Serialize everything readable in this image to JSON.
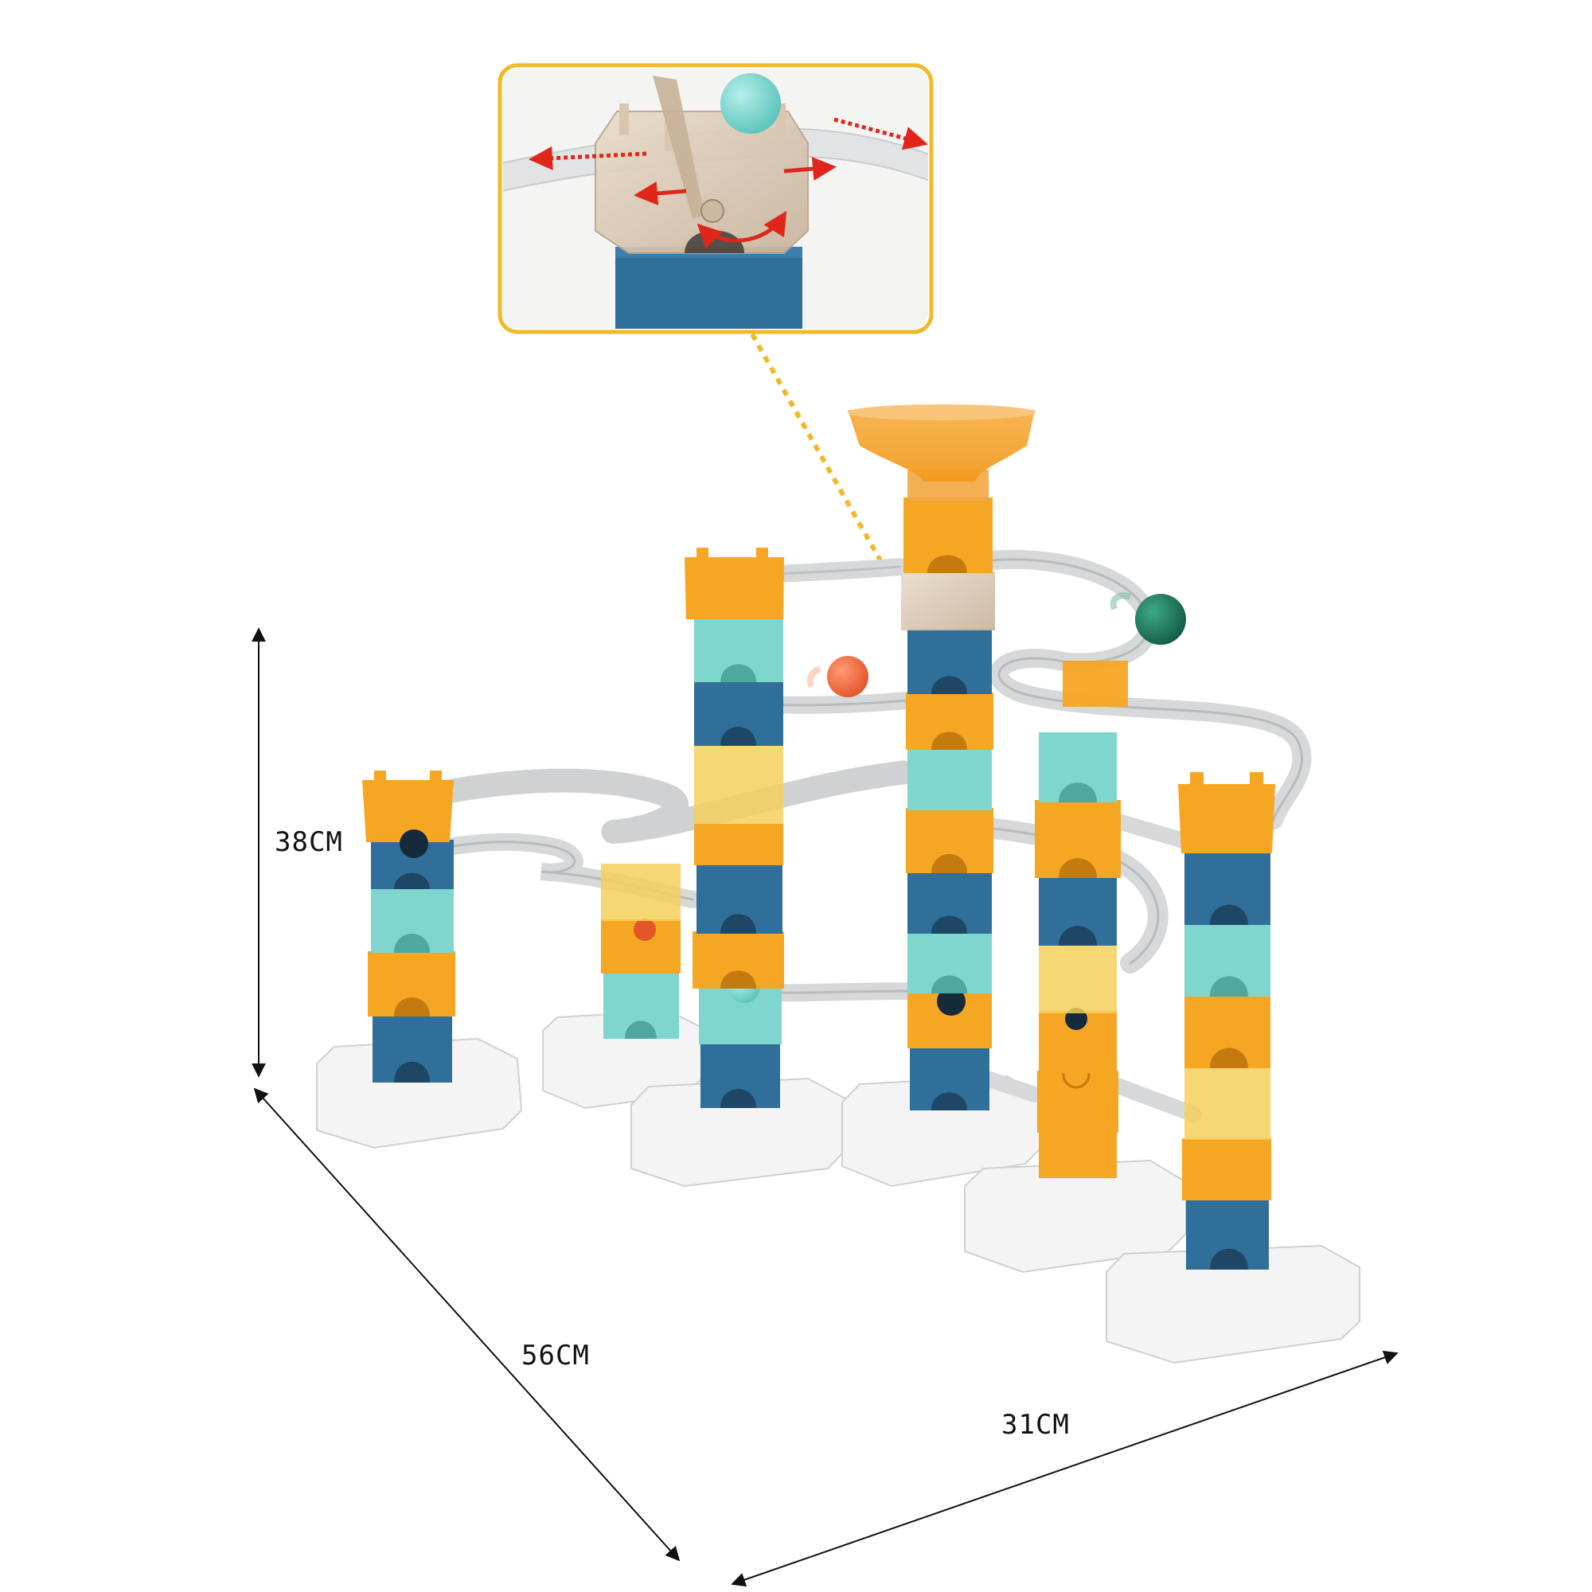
{
  "dimensions": {
    "height": "38CM",
    "depth": "56CM",
    "width": "31CM"
  },
  "colors": {
    "orange": "#F5A623",
    "light_orange": "#FBC15A",
    "teal": "#7FD6CF",
    "blue": "#2F6F9A",
    "dark_blue": "#245A80",
    "yellow_translucent": "#F6CF5C",
    "track_gray": "#D6D8DA",
    "base_white": "#F4F4F4",
    "callout_border": "#F0B928",
    "arrow_red": "#E0261B",
    "ball_green": "#1E7A5E",
    "ball_orange": "#F2703F",
    "ball_teal": "#79D2CC"
  },
  "callout": {
    "description_icon": "switch-gate-closeup"
  }
}
